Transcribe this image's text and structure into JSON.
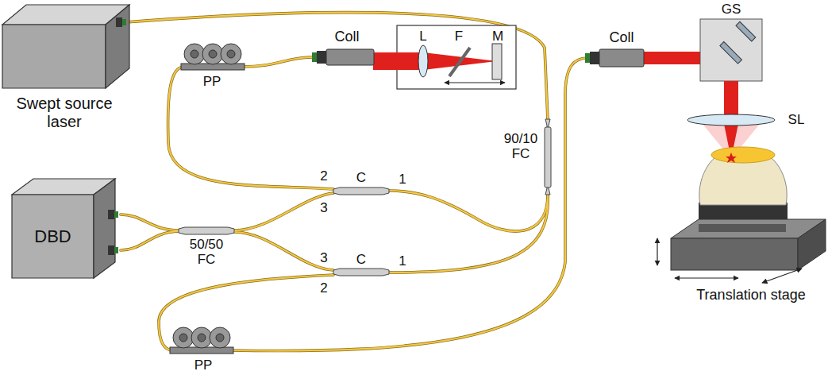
{
  "diagram": {
    "nodes": [
      {
        "text": [
          "Swept source laser"
        ]
      },
      {
        "text": [
          "DBD"
        ]
      }
    ],
    "labels": [
      "Coll",
      "L",
      "F",
      "M",
      "PP",
      "Coll",
      "GS",
      "90/10 FC",
      "SL",
      "2",
      "C",
      "1",
      "3",
      "50/50 FC",
      "3",
      "C",
      "1",
      "2",
      "Translation stage",
      "PP"
    ]
  }
}
